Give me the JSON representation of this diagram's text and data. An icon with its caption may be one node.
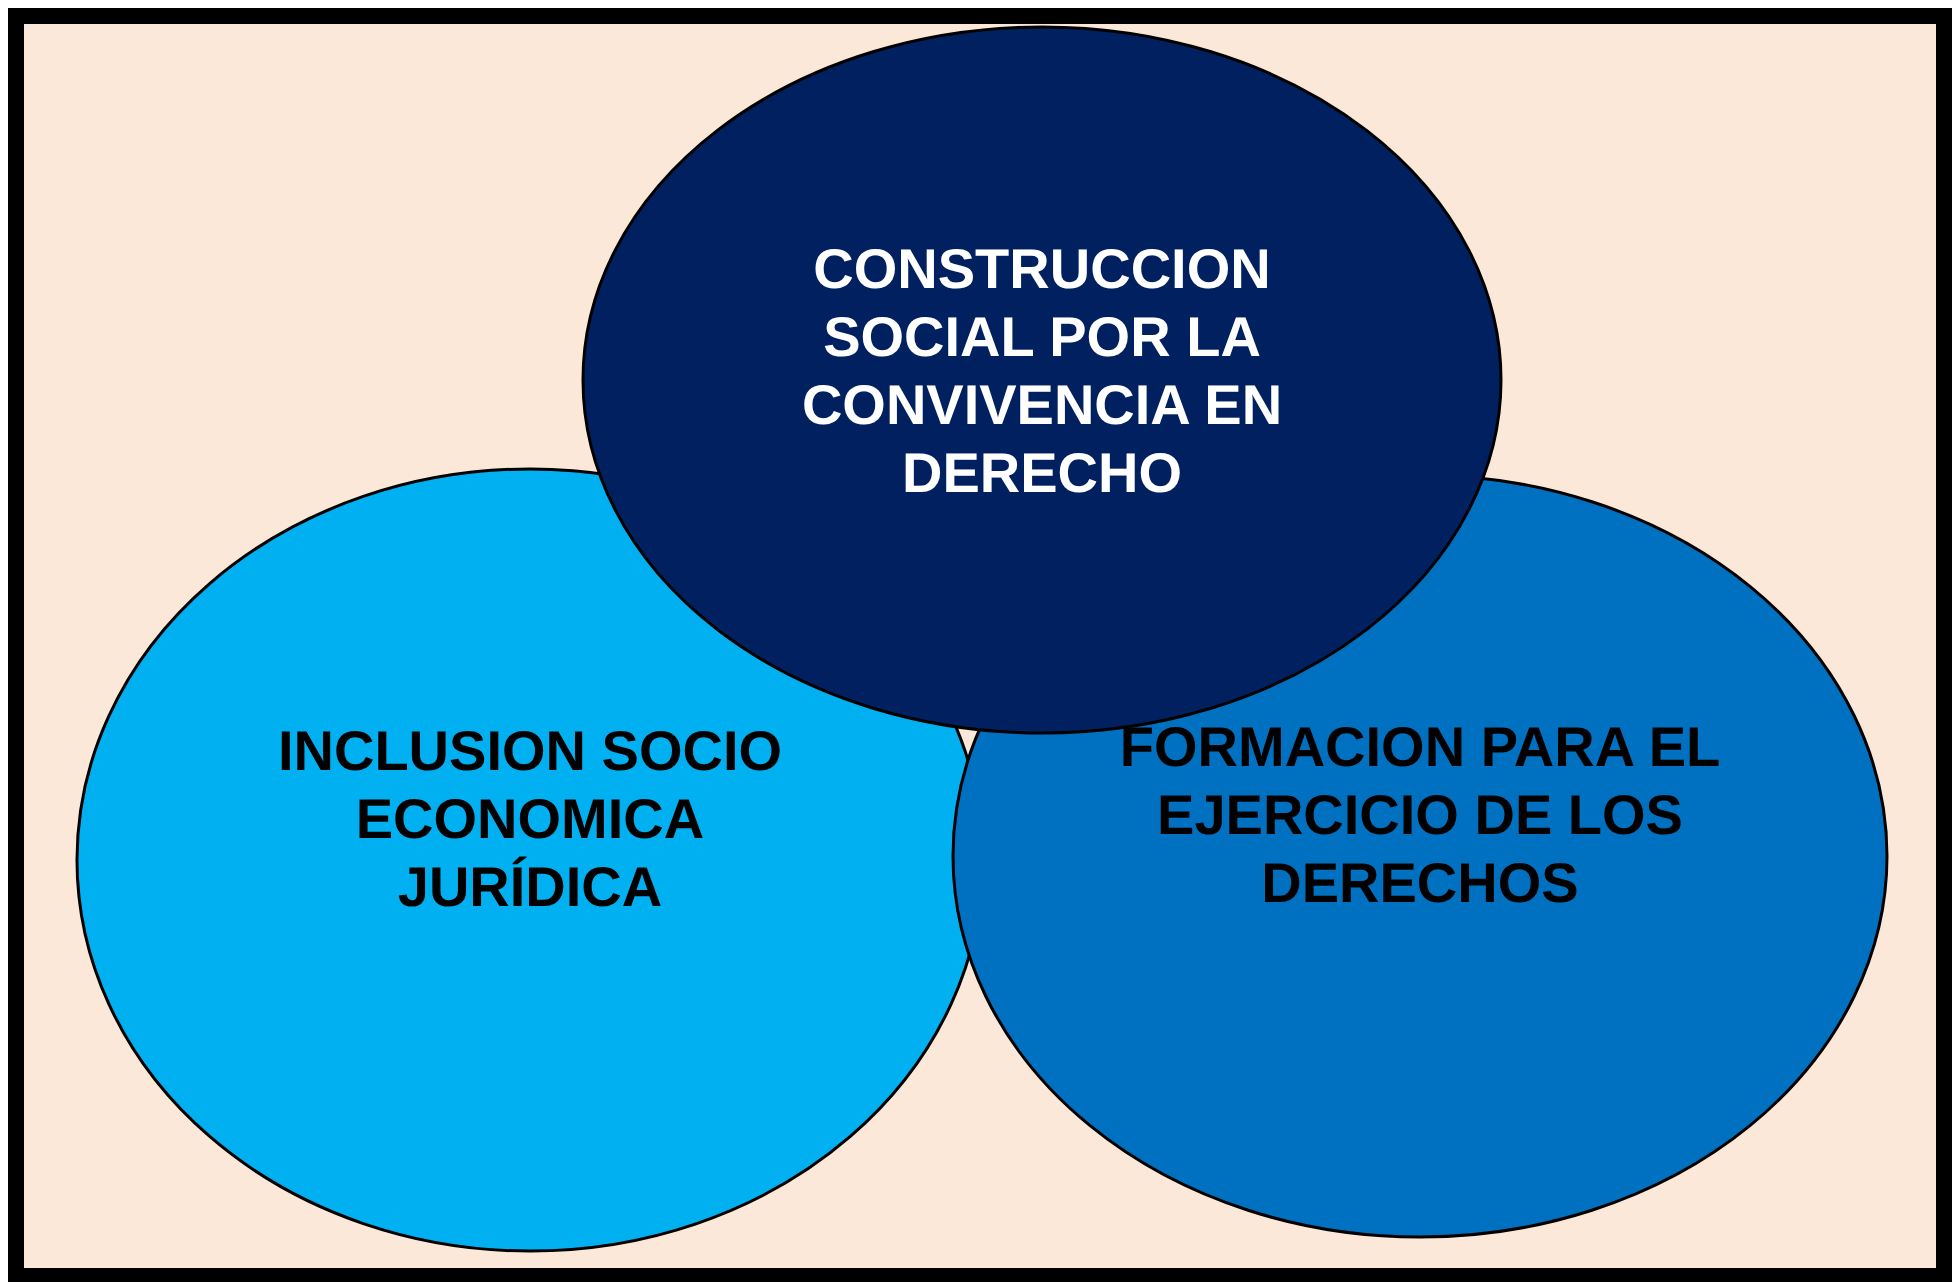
{
  "diagram": {
    "nodes": [
      {
        "text": [
          "CONSTRUCCION SOCIAL POR LA CONVIVENCIA EN DERECHO"
        ]
      },
      {
        "text": [
          "INCLUSION SOCIO ECONOMICA JURÍDICA"
        ]
      },
      {
        "text": [
          "FORMACION PARA EL EJERCICIO DE LOS DERECHOS"
        ]
      }
    ]
  }
}
